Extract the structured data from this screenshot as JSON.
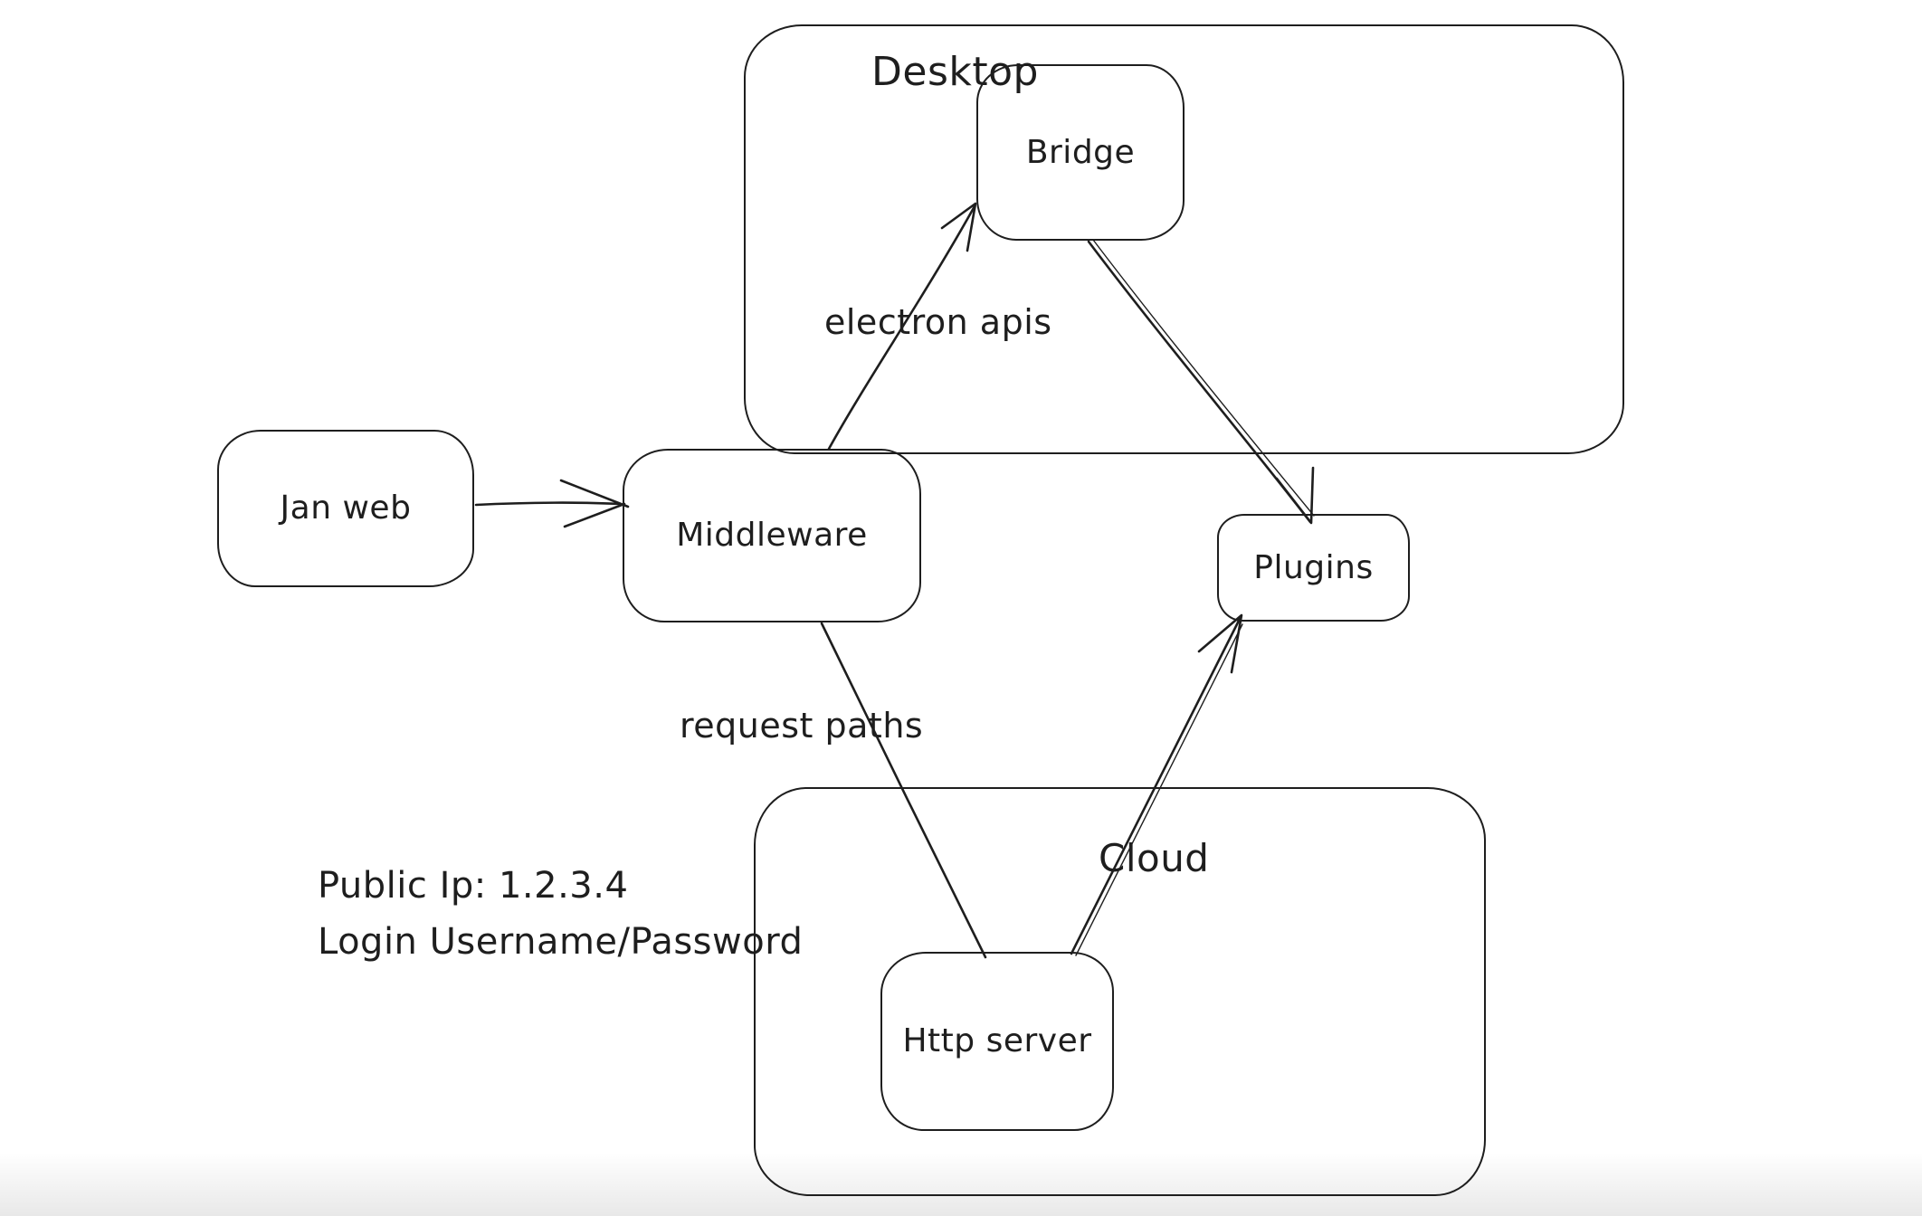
{
  "canvas": {
    "background_color": "#ffffff",
    "stroke_color": "#1e1e1e"
  },
  "containers": [
    {
      "id": "desktop",
      "label": "Desktop"
    },
    {
      "id": "cloud",
      "label": "Cloud"
    }
  ],
  "nodes": [
    {
      "id": "jan-web",
      "label": "Jan web"
    },
    {
      "id": "middleware",
      "label": "Middleware"
    },
    {
      "id": "bridge",
      "label": "Bridge"
    },
    {
      "id": "plugins",
      "label": "Plugins"
    },
    {
      "id": "http-server",
      "label": "Http server"
    }
  ],
  "edges": [
    {
      "from": "jan-web",
      "to": "middleware",
      "label": "",
      "arrowhead": "at-middleware"
    },
    {
      "from": "middleware",
      "to": "bridge",
      "label": "electron apis",
      "arrowhead": "at-bridge"
    },
    {
      "from": "bridge",
      "to": "plugins",
      "label": "",
      "arrowhead": "at-plugins-top"
    },
    {
      "from": "middleware",
      "to": "http-server",
      "label": "request paths",
      "arrowhead": "none"
    },
    {
      "from": "http-server",
      "to": "plugins",
      "label": "",
      "arrowhead": "at-plugins-bottom"
    }
  ],
  "annotations": [
    {
      "id": "cloud-access-note",
      "lines": [
        "Public Ip: 1.2.3.4",
        "Login Username/Password"
      ]
    }
  ]
}
